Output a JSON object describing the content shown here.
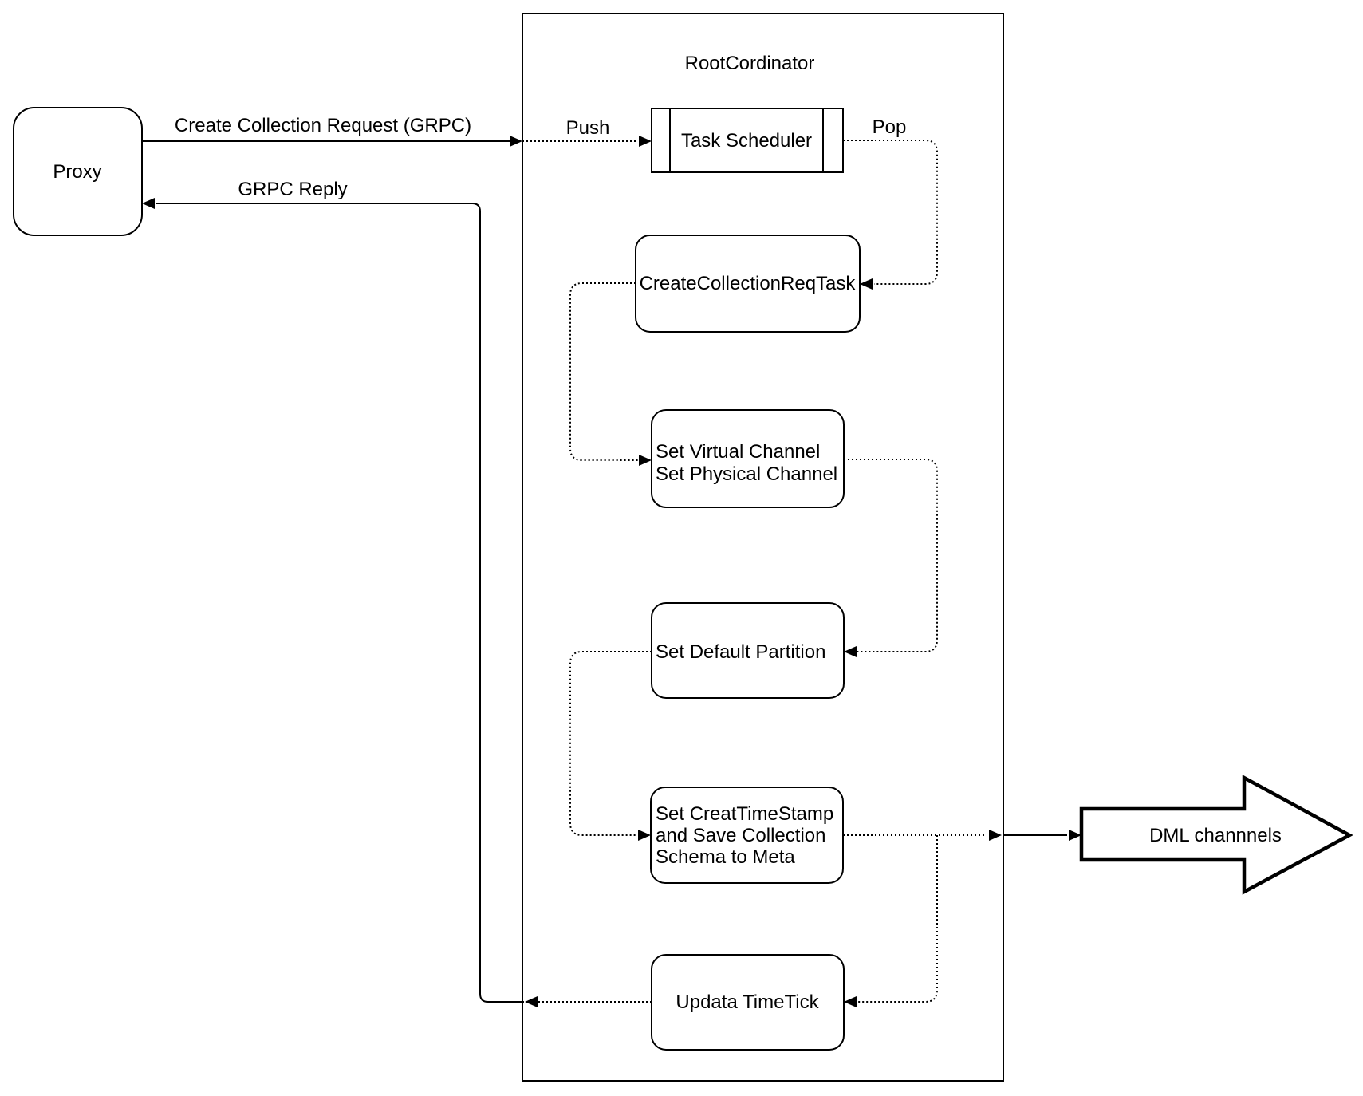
{
  "colors": {
    "stroke": "#000000",
    "background": "#ffffff",
    "text": "#000000"
  },
  "proxy": {
    "label": "Proxy"
  },
  "root_coordinator": {
    "title": "RootCordinator"
  },
  "task_scheduler": {
    "label": "Task Scheduler"
  },
  "create_collection_req_task": {
    "label": "CreateCollectionReqTask"
  },
  "set_virtual_channel": {
    "line1": "Set Virtual Channel",
    "line2": "Set Physical Channel"
  },
  "set_default_partition": {
    "label": "Set Default Partition"
  },
  "set_creat_timestamp": {
    "line1": "Set CreatTimeStamp",
    "line2": "and Save Collection",
    "line3": "Schema to Meta"
  },
  "updata_timetick": {
    "label": "Updata TimeTick"
  },
  "dml_channels": {
    "label": "DML channnels"
  },
  "edge_labels": {
    "create_collection_request": "Create Collection Request (GRPC)",
    "grpc_reply": "GRPC Reply",
    "push": "Push",
    "pop": "Pop"
  }
}
